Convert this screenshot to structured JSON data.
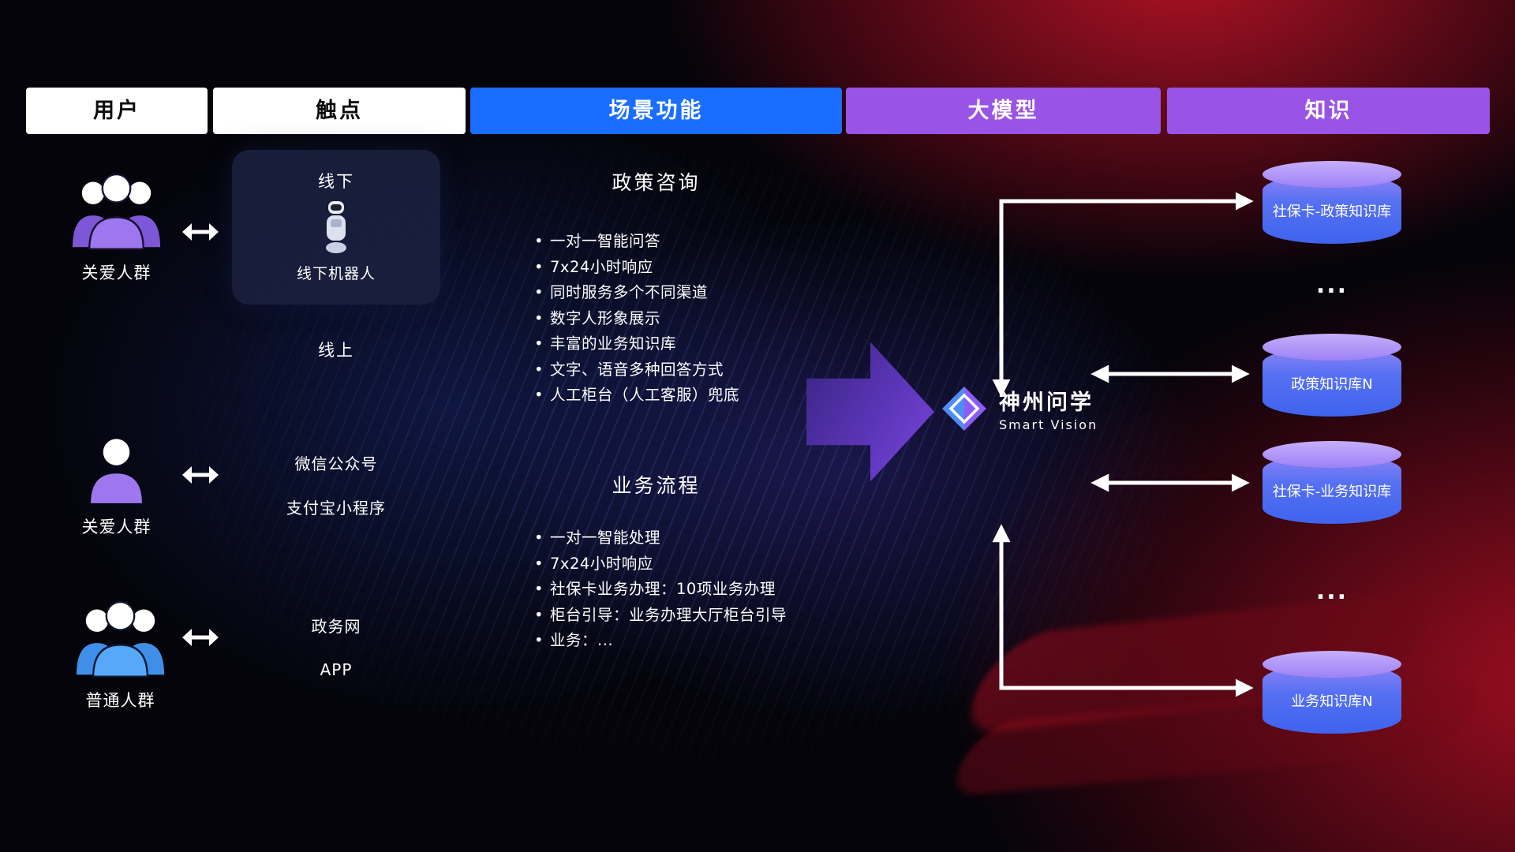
{
  "headers": [
    {
      "label": "用户"
    },
    {
      "label": "触点"
    },
    {
      "label": "场景功能"
    },
    {
      "label": "大模型"
    },
    {
      "label": "知识"
    }
  ],
  "users": [
    {
      "label": "关爱人群"
    },
    {
      "label": "关爱人群"
    },
    {
      "label": "普通人群"
    }
  ],
  "touchpoints": {
    "offline_title": "线下",
    "offline_robot": "线下机器人",
    "online_title": "线上",
    "items": [
      "微信公众号",
      "支付宝小程序",
      "政务网",
      "APP"
    ]
  },
  "scenes": [
    {
      "title": "政策咨询",
      "items": [
        "一对一智能问答",
        "7x24小时响应",
        "同时服务多个不同渠道",
        "数字人形象展示",
        "丰富的业务知识库",
        "文字、语音多种回答方式",
        "人工柜台（人工客服）兜底"
      ]
    },
    {
      "title": "业务流程",
      "items": [
        "一对一智能处理",
        "7x24小时响应",
        "社保卡业务办理：10项业务办理",
        "柜台引导：业务办理大厅柜台引导",
        "业务：..."
      ]
    }
  ],
  "model": {
    "name": "神州问学",
    "subtitle": "Smart Vision"
  },
  "knowledge": {
    "databases": [
      "社保卡-政策知识库",
      "政策知识库N",
      "社保卡-业务知识库",
      "业务知识库N"
    ],
    "ellipsis": "..."
  },
  "colors": {
    "header_blue": "#1a6dff",
    "header_purple": "#9953e6",
    "cylinder_top": "#b49bf7",
    "cylinder_body": "#4569f0",
    "person_purple": "#9e77ee",
    "person_blue": "#58a8fa",
    "accent_red": "#c81428",
    "arrow_purple": "#6d3fd0"
  }
}
